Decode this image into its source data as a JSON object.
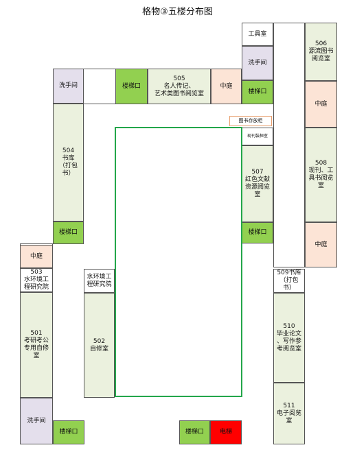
{
  "title": "格物③五楼分布图",
  "colors": {
    "stair": "#92d050",
    "restroom": "#e4dfec",
    "courtyard": "#fce4d6",
    "room": "#ebf1de",
    "plain": "#ffffff",
    "elevator": "#ff0000",
    "center_outline": "#23a64a",
    "shelf_outline": "#e8a070"
  },
  "labels": {
    "tools": "工具室",
    "restroom": "洗手间",
    "stair": "楼梯口",
    "courtyard": "中庭",
    "elevator": "电梯",
    "r505": "505\n名人传记、\n艺术类图书阅览室",
    "r506": "506\n源流图书\n阅览室",
    "r508": "508\n现刊、工\n具书阅览\n室",
    "r504": "504\n书库\n（打包\n书）",
    "r507": "507\n红色文献\n资源阅览\n室",
    "periodical": "现刊装桓室",
    "shelf": "图书存放柜",
    "r503": "503\n水环境工\n程研究院",
    "water_env": "水环境工\n程研究院",
    "r509": "509书库\n（打包\n书）",
    "r501": "501\n考研考公\n专用自修\n室",
    "r502": "502\n自修室",
    "r510": "510\n毕业论文\n、写作参\n考阅览室",
    "r511": "511\n电子阅览\n室"
  }
}
